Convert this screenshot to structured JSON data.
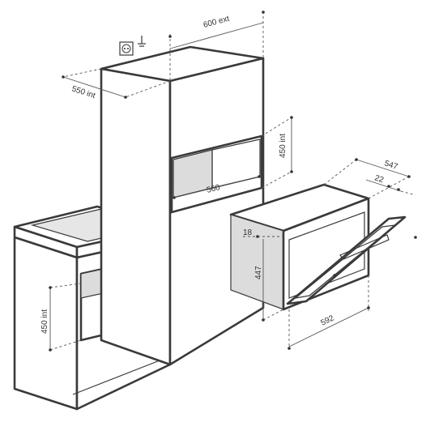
{
  "dimensions": {
    "width_ext": "600 ext",
    "depth_int": "550 int",
    "height_int_upper": "450 int",
    "width_upper_niche": "560",
    "height_int_lower": "450 int",
    "oven_depth": "547",
    "oven_door": "22",
    "oven_front_offset": "18",
    "oven_height": "447",
    "oven_width": "592"
  },
  "icons": {
    "socket": "power-socket-icon",
    "earth": "earth-ground-icon"
  },
  "colors": {
    "outline": "#3a3a3a",
    "shade": "#dcdcdc"
  }
}
